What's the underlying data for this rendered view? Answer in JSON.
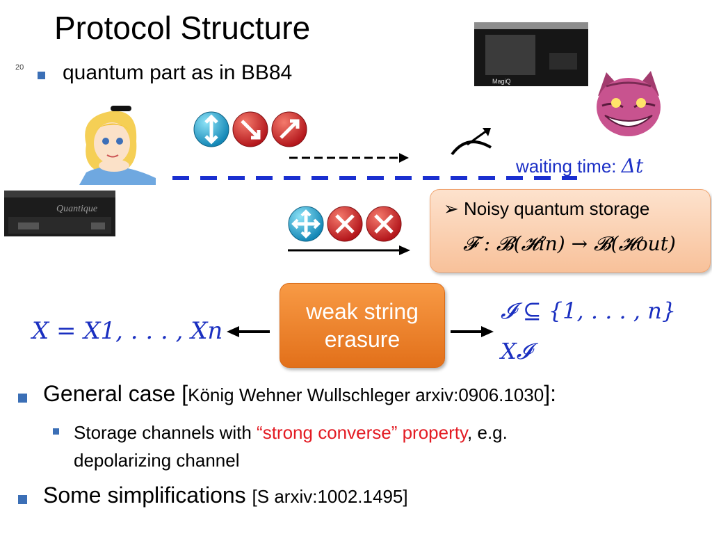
{
  "slide": {
    "title": "Protocol Structure",
    "number": "20",
    "bullet_top": "quantum part as in BB84",
    "waiting_label": "waiting time: ",
    "waiting_symbol": "Δt",
    "storage_box": {
      "heading": "Noisy quantum storage",
      "formula": "𝓕 : 𝓑(𝓗in) → 𝓑(𝓗out)"
    },
    "wse_box": {
      "line1": "weak string",
      "line2": "erasure"
    },
    "left_formula": "X = X1, . . . , Xn",
    "right_formula_1": "𝓘 ⊆ {1, . . . , n}",
    "right_formula_2": "X𝓘",
    "general_case": {
      "main": "General case [",
      "citation": "König Wehner Wullschleger arxiv:0906.1030",
      "end": "]:"
    },
    "sub_bullet": {
      "pre": "Storage channels with ",
      "highlight": "“strong converse” property",
      "post": ", e.g.",
      "line2": "depolarizing channel"
    },
    "simplifications": {
      "main": "Some simplifications ",
      "citation": "[S  arxiv:1002.1495]"
    },
    "device_labels": {
      "magiq": "MagiQ",
      "quantique": "Quantique"
    }
  },
  "colors": {
    "accent_blue": "#1b2fc6",
    "bullet": "#3b6fb6",
    "orange": "#e2701a",
    "red": "#e31b23"
  }
}
